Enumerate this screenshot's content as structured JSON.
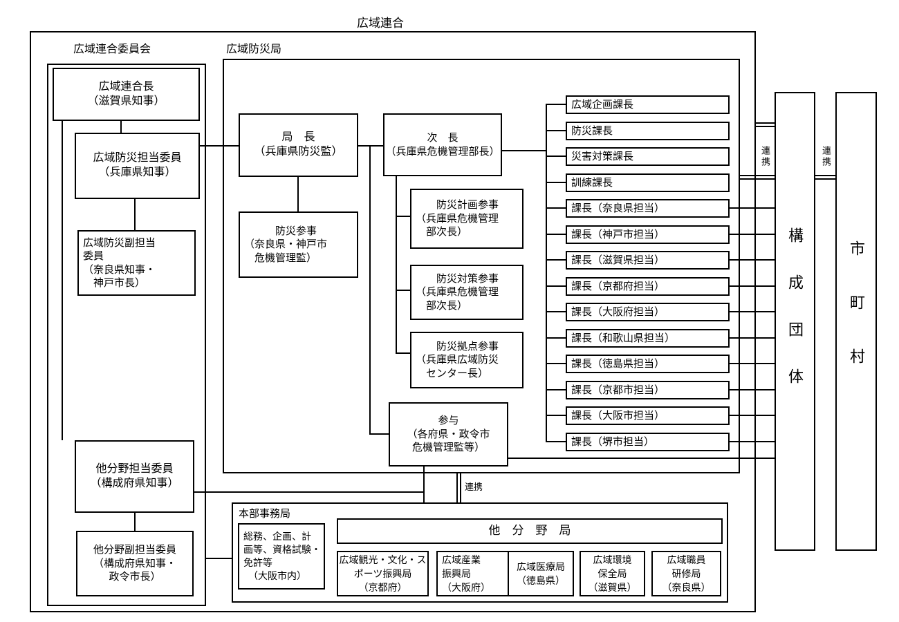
{
  "title": "広域連合",
  "committee": {
    "label": "広域連合委員会",
    "leader": "広域連合長\n（滋賀県知事）",
    "bousai_member": "広域防災担当委員\n（兵庫県知事）",
    "bousai_deputy": "広域防災副担当\n委員\n（奈良県知事・\n　神戸市長）",
    "other_member": "他分野担当委員\n（構成府県知事）",
    "other_deputy": "他分野副担当委員\n（構成府県知事・\n政令市長）"
  },
  "bureau": {
    "label": "広域防災局",
    "director": "局　長\n（兵庫県防災監）",
    "bousai_sanji": "　　　防災参事\n（奈良県・神戸市\n　危機管理監）",
    "vice_director": "次　長\n（兵庫県危機管理部長）",
    "keikaku_sanji": "　　防災計画参事\n（兵庫県危機管理\n　部次長）",
    "taisaku_sanji": "　　防災対策参事\n（兵庫県危機管理\n　部次長）",
    "kyoten_sanji": "　　防災拠点参事\n（兵庫県広域防災\n　センター長）",
    "sanyo": "参与\n（各府県・政令市\n危機管理監等）",
    "kacho_list": [
      "広域企画課長",
      "防災課長",
      "災害対策課長",
      "訓練課長",
      "課長（奈良県担当）",
      "課長（神戸市担当）",
      "課長（滋賀県担当）",
      "課長（京都府担当）",
      "課長（大阪府担当）",
      "課長（和歌山県担当）",
      "課長（徳島県担当）",
      "課長（京都市担当）",
      "課長（大阪市担当）",
      "課長（堺市担当）"
    ]
  },
  "right": {
    "kousei_dantai": "構成団体",
    "shichoson": "市町村",
    "renkei_outer": "連携",
    "renkei_muni": "連携"
  },
  "bottom": {
    "renkei": "連携",
    "honbu_label": "本部事務局",
    "honbu_box": "総務、企画、計\n画等、資格試験・\n免許等\n　（大阪市内）",
    "tabunya_header": "他　分　野　局",
    "bureaus": [
      "広域観光・文化・ス\nポーツ振興局\n（京都府）",
      "広域産業\n振興局\n（大阪府）",
      "広域医療局\n（徳島県）",
      "広域環境\n保全局\n（滋賀県）",
      "広域職員\n研修局\n（奈良県）"
    ]
  }
}
